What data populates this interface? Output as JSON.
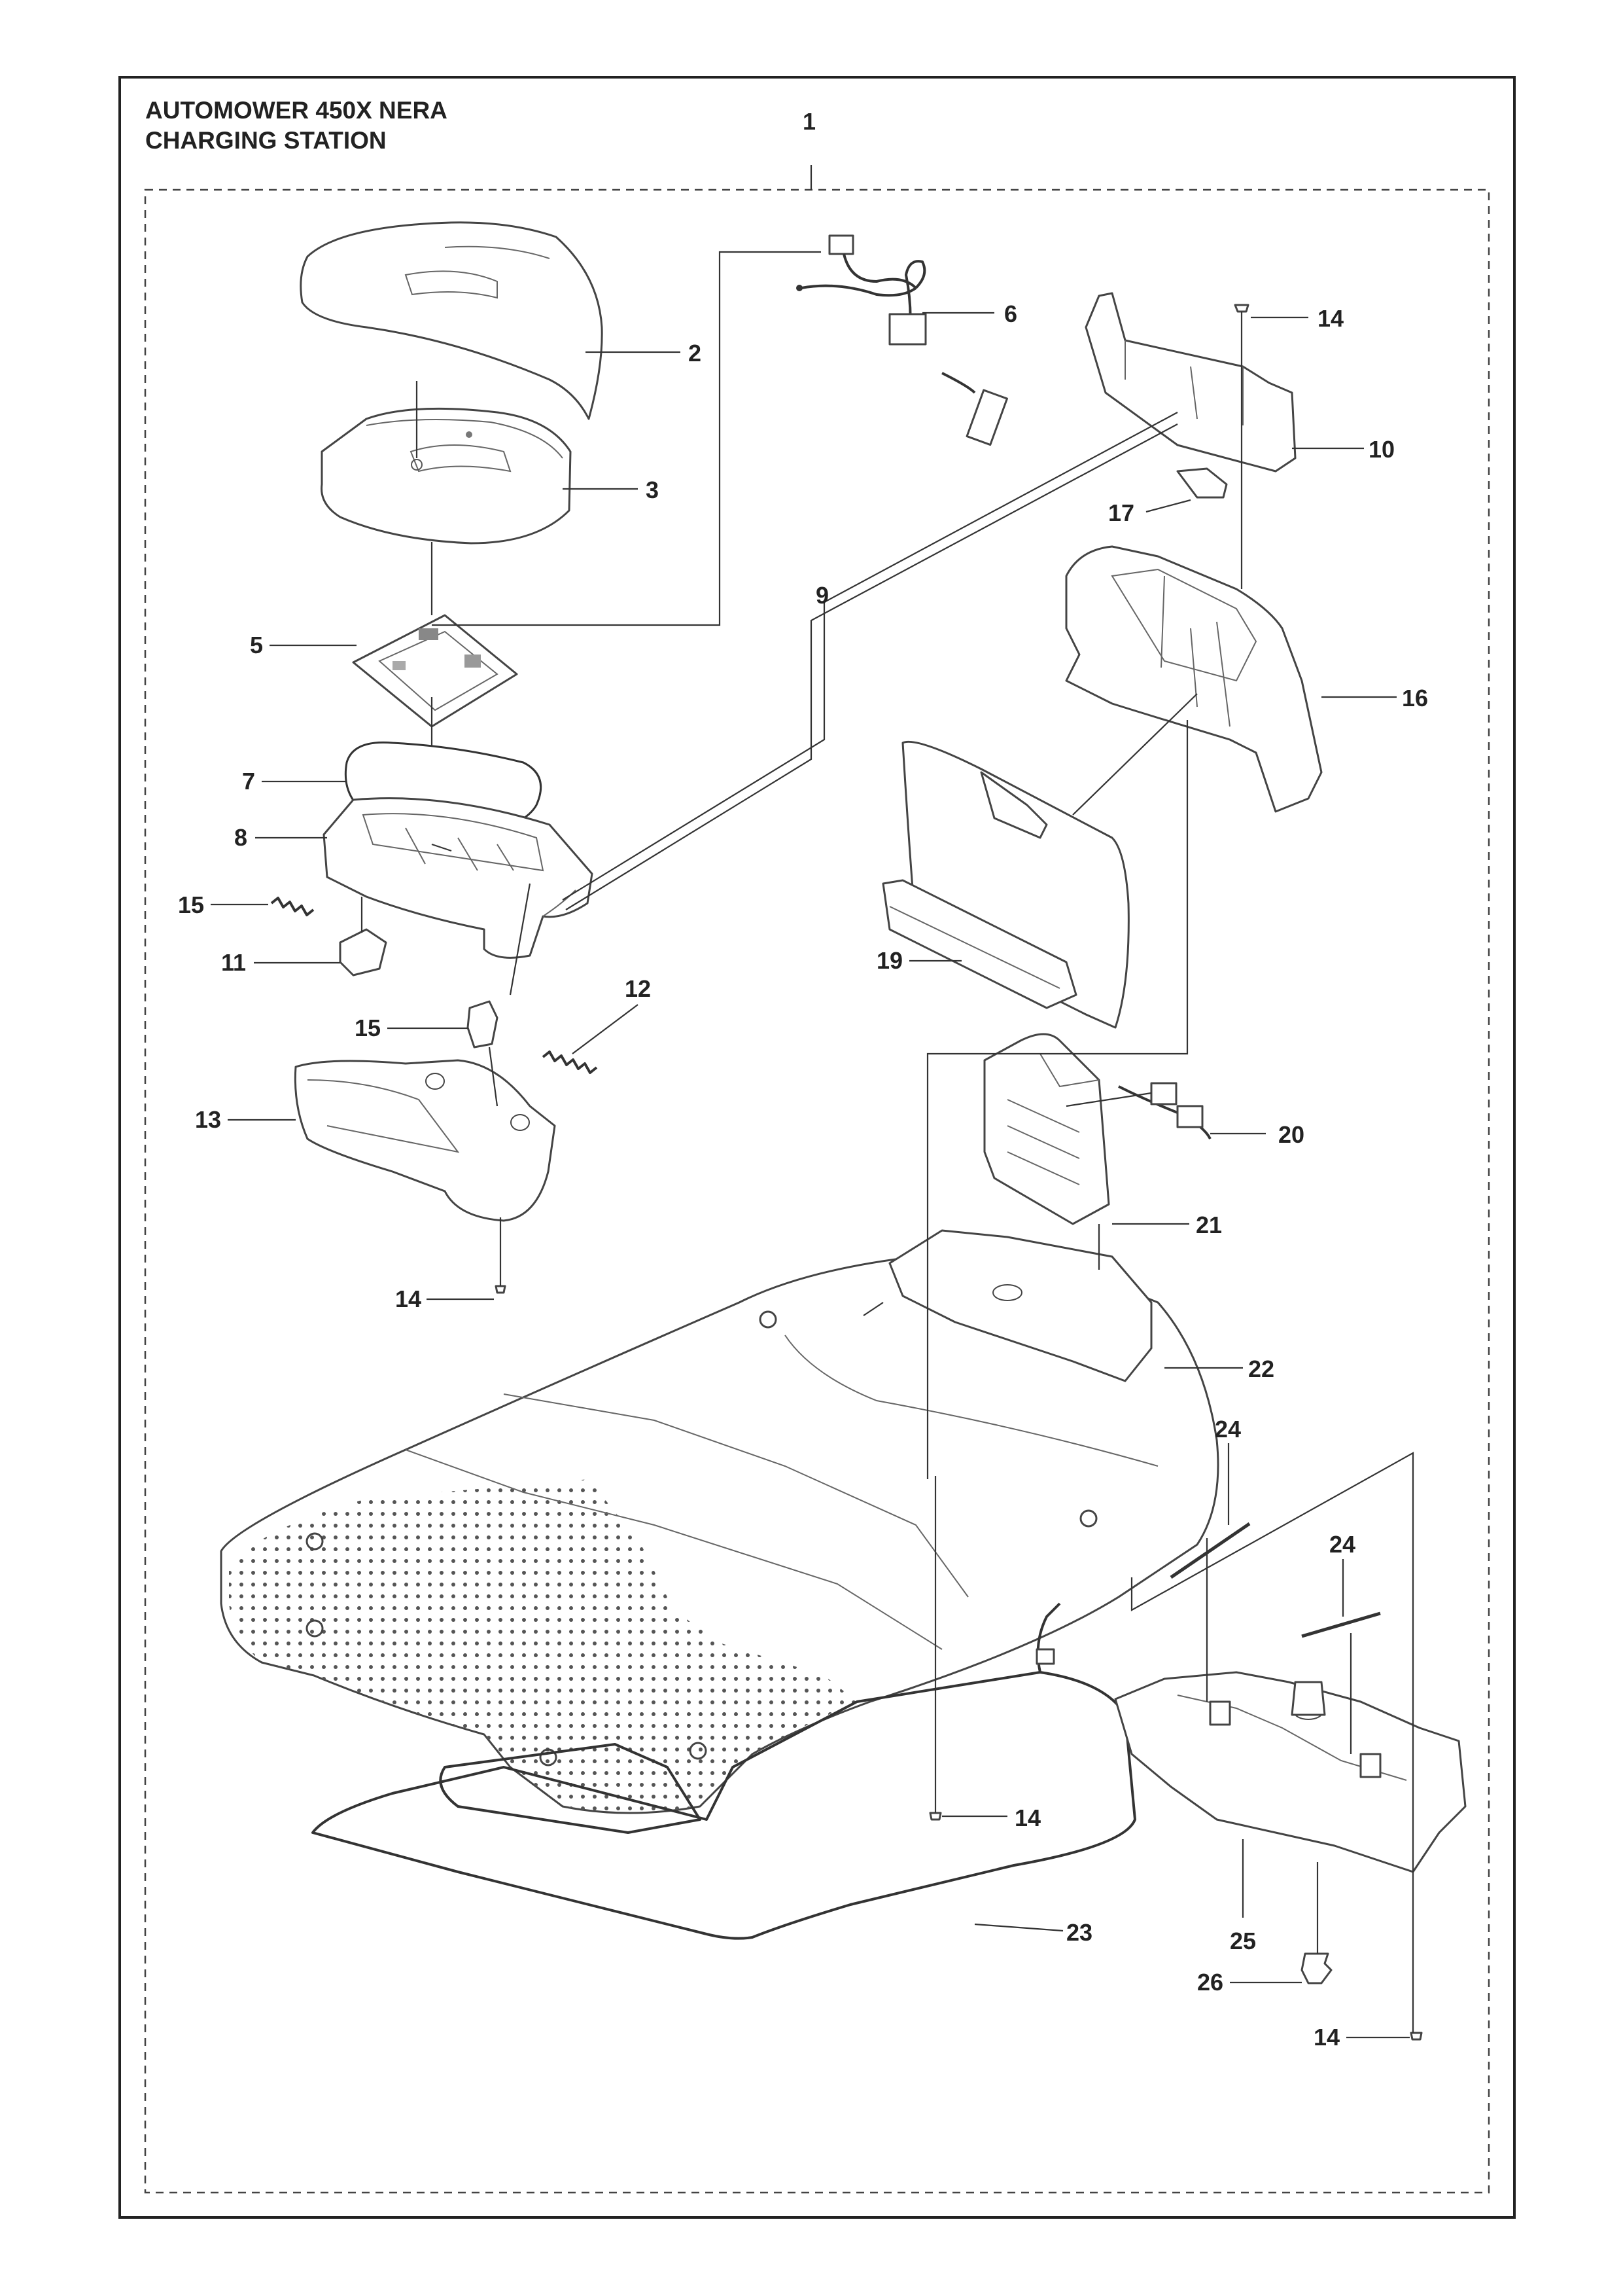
{
  "header": {
    "model": "AUTOMOWER 450X NERA",
    "assembly": "CHARGING STATION"
  },
  "callouts": [
    "1",
    "2",
    "3",
    "5",
    "6",
    "14",
    "10",
    "17",
    "9",
    "16",
    "7",
    "8",
    "15",
    "11",
    "19",
    "12",
    "15",
    "13",
    "20",
    "21",
    "14",
    "22",
    "24",
    "24",
    "14",
    "25",
    "23",
    "26",
    "14"
  ]
}
